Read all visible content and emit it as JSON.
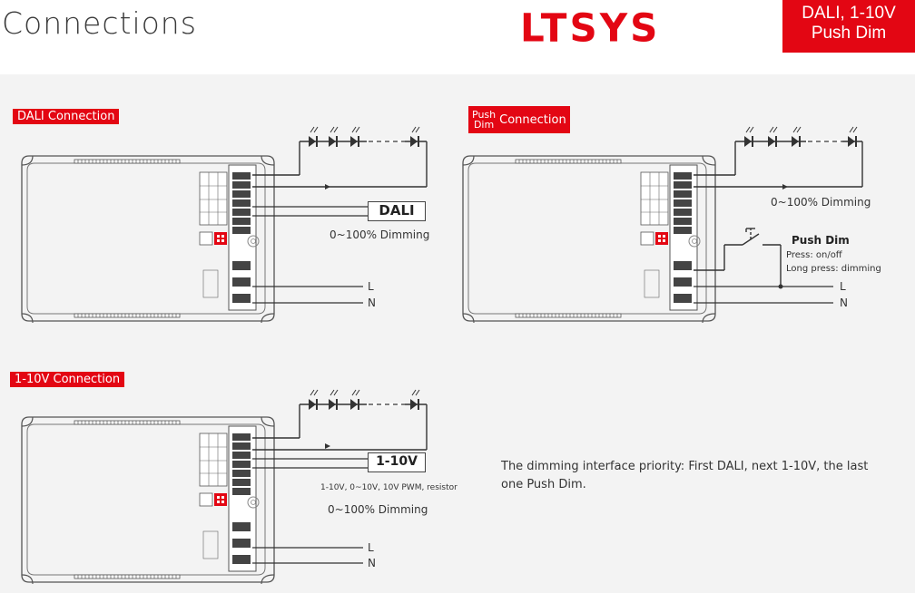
{
  "header": {
    "title": "Connections",
    "logo": "LTSYS",
    "tag_line1": "DALI, 1-10V",
    "tag_line2": "Push Dim"
  },
  "dali": {
    "label": "DALI Connection",
    "box": "DALI",
    "dimming": "0~100% Dimming",
    "line_l": "L",
    "line_n": "N"
  },
  "pushdim": {
    "label_small_1": "Push",
    "label_small_2": "Dim",
    "label_big": "Connection",
    "dimming": "0~100% Dimming",
    "title": "Push Dim",
    "press": "Press: on/off",
    "long_press": "Long press: dimming",
    "line_l": "L",
    "line_n": "N"
  },
  "v110": {
    "label": "1-10V Connection",
    "box": "1-10V",
    "sources": "1-10V, 0~10V, 10V PWM, resistor",
    "dimming": "0~100% Dimming",
    "line_l": "L",
    "line_n": "N"
  },
  "note": "The dimming interface priority: First DALI, next 1-10V, the last one Push Dim.",
  "colors": {
    "brand_red": "#e30613",
    "panel_bg": "#f3f3f3",
    "line": "#555555"
  }
}
